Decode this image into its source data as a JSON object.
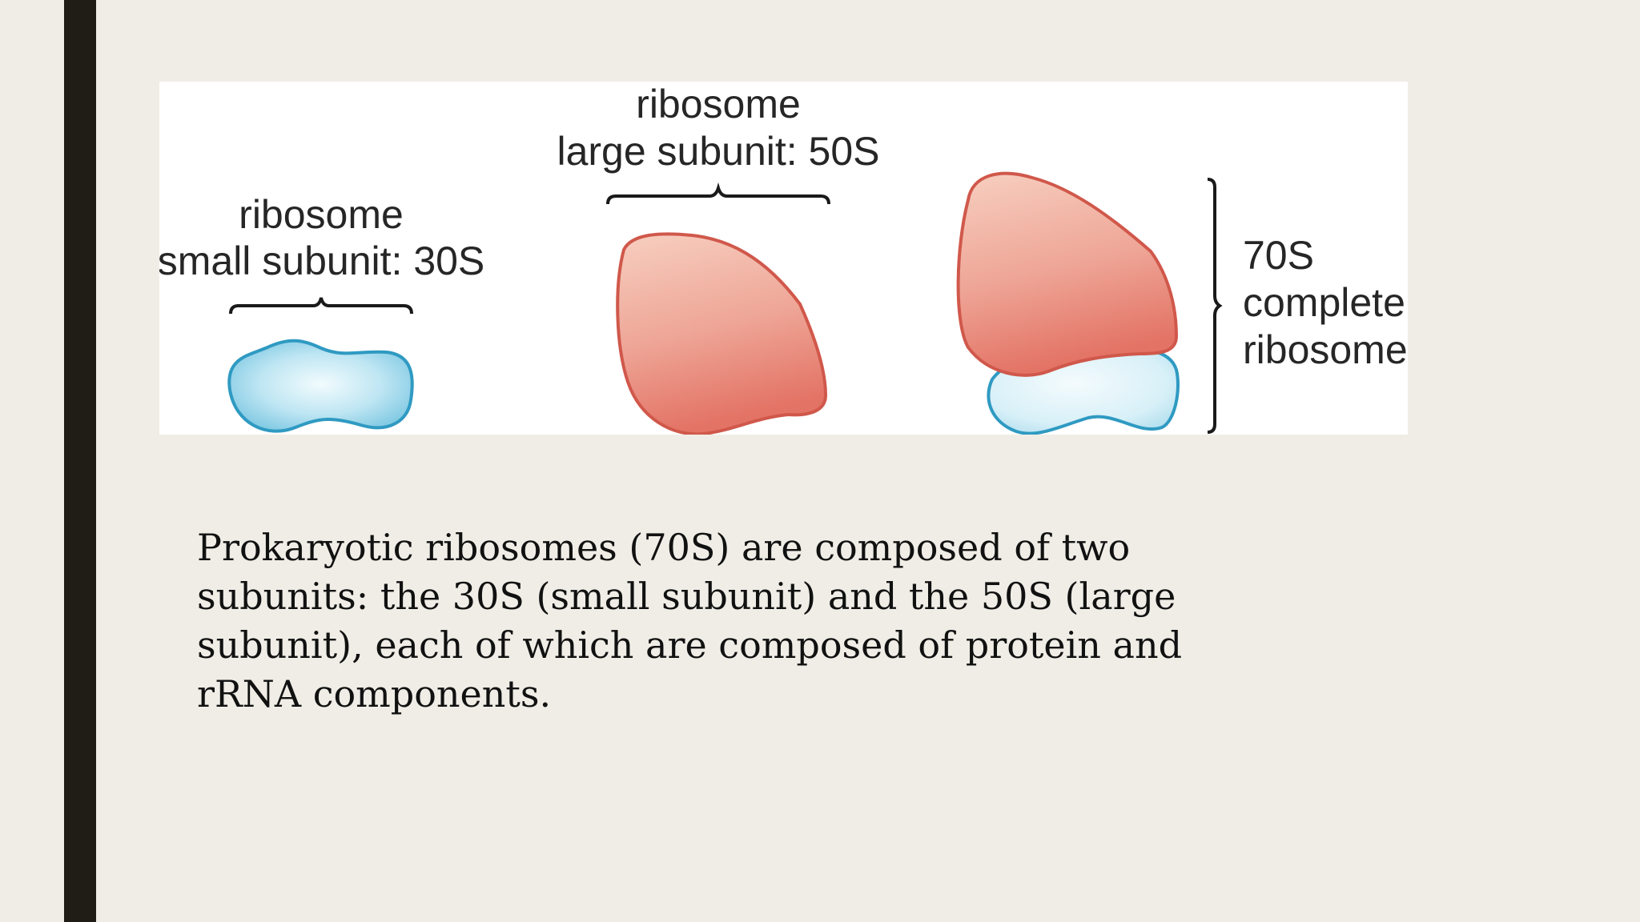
{
  "slide": {
    "accent_bar_color": "#1f1d16",
    "background_color": "#efede6"
  },
  "figure": {
    "small_subunit": {
      "label_line1": "ribosome",
      "label_line2": "small subunit: 30S",
      "color": "#8fd0e6"
    },
    "large_subunit": {
      "label_line1": "ribosome",
      "label_line2": "large subunit: 50S",
      "color": "#e8867a"
    },
    "complete": {
      "label_line1": "70S",
      "label_line2": "complete",
      "label_line3": "ribosome"
    }
  },
  "body_text": "Prokaryotic ribosomes (70S) are composed of two subunits: the 30S (small subunit) and the 50S (large subunit), each of which are composed of protein and rRNA components."
}
